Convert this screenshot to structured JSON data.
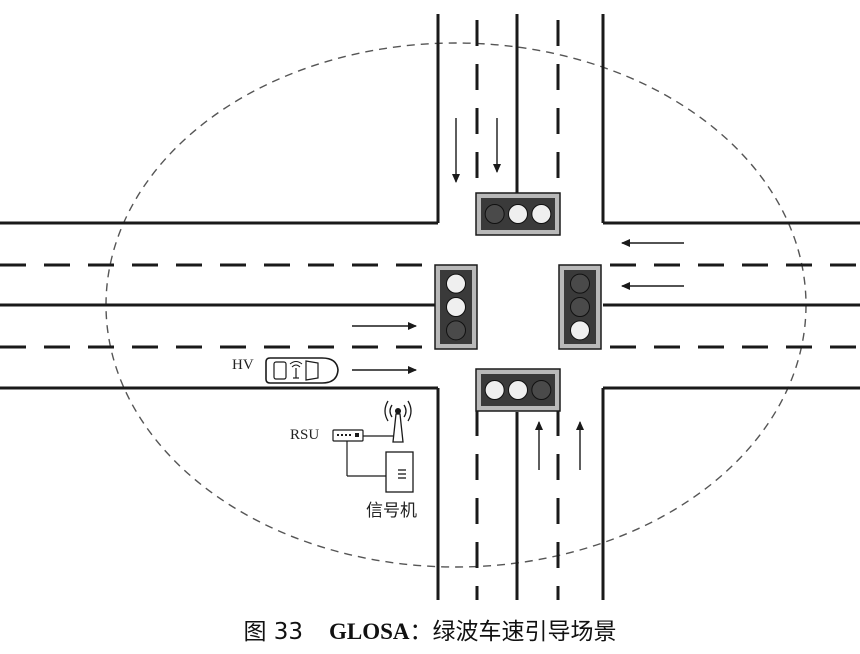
{
  "labels": {
    "vehicle": "HV",
    "rsu": "RSU",
    "controller": "信号机"
  },
  "caption": {
    "figure_number": "图 33",
    "acronym": "GLOSA",
    "separator": "：",
    "title": "绿波车速引导场景"
  },
  "traffic_lights": {
    "north": [
      "off",
      "lit",
      "lit"
    ],
    "south": [
      "lit",
      "lit",
      "off"
    ],
    "west": [
      "lit",
      "lit",
      "off"
    ],
    "east": [
      "off",
      "off",
      "lit"
    ]
  },
  "colors": {
    "road_line": "#1a1a1a",
    "signal_body": "#3a3a3a",
    "signal_frame": "#b9b9b9",
    "lamp_lit": "#efefef",
    "lamp_off": "#4a4a4a",
    "range_circle": "#555555"
  }
}
